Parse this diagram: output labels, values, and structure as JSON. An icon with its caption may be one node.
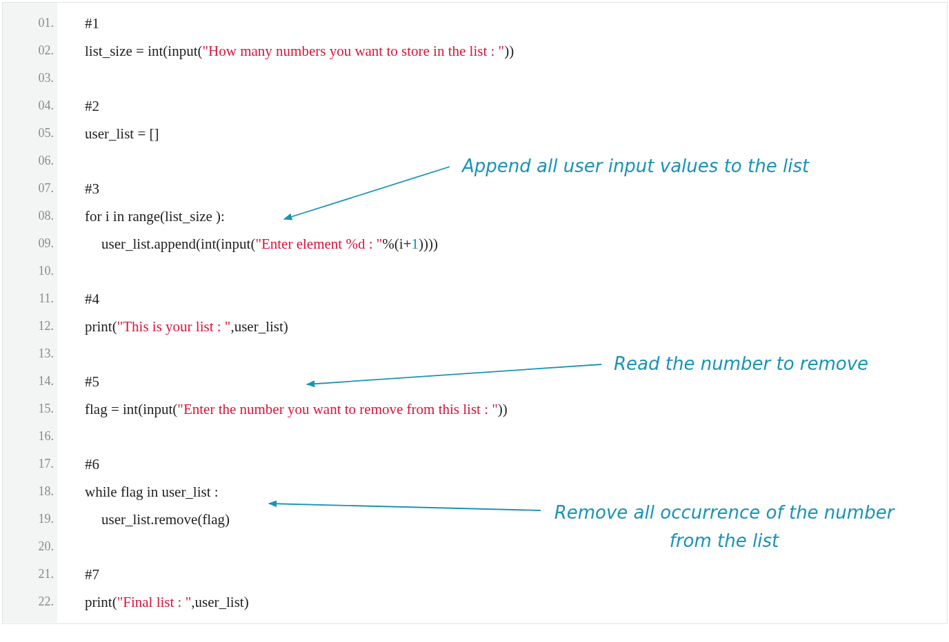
{
  "diagram": {
    "nodes": [
      {
        "text": [
          "Append all user input values to the list"
        ]
      },
      {
        "text": [
          "Read the number to remove"
        ]
      },
      {
        "text": [
          "Remove all occurrence of the number from the list"
        ]
      }
    ],
    "edges": [
      {
        "from": 0,
        "to": null,
        "arrow": "to"
      },
      {
        "from": 1,
        "to": null,
        "arrow": "to"
      },
      {
        "from": 2,
        "to": null,
        "arrow": "to"
      }
    ],
    "labels": [
      "01.",
      "#1",
      "02.",
      "list_size = int(input(\"How many numbers you want to store in the list : \"))",
      "03.",
      "04.",
      "#2",
      "05.",
      "user_list = []",
      "06.",
      "07.",
      "#3",
      "08.",
      "for i in range(list_size ):",
      "09.",
      "user_list.append(int(input(\"Enter element %d : \"%(i+1))))",
      "10.",
      "11.",
      "#4",
      "12.",
      "print(\"This is your list : \",user_list)",
      "13.",
      "14.",
      "#5",
      "15.",
      "flag = int(input(\"Enter the number you want to remove from this list : \"))",
      "16.",
      "17.",
      "#6",
      "18.",
      "while flag in user_list :",
      "19.",
      "user_list.remove(flag)",
      "20.",
      "21.",
      "#7",
      "22.",
      "print(\"Final list : \",user_list)"
    ]
  }
}
